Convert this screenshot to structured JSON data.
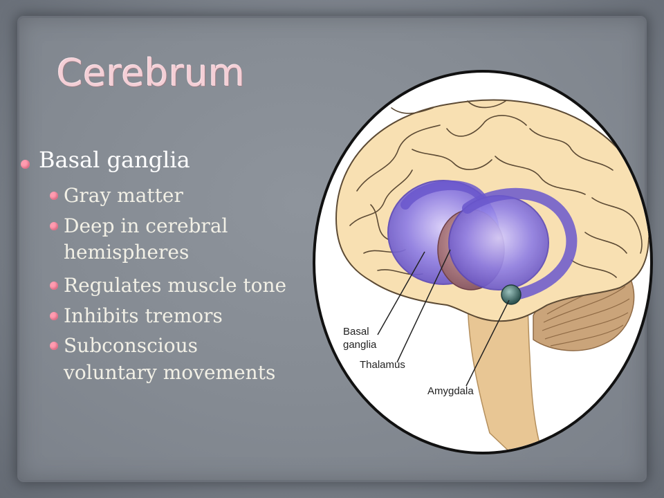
{
  "slide": {
    "title": "Cerebrum",
    "bullet_main": "Basal ganglia",
    "sub_bullets": [
      "Gray matter",
      "Deep in cerebral",
      "hemispheres",
      "Regulates muscle tone",
      "Inhibits tremors",
      "Subconscious",
      "voluntary movements"
    ]
  },
  "diagram": {
    "labels": {
      "basal_line1": "Basal",
      "basal_line2": "ganglia",
      "thalamus": "Thalamus",
      "amygdala": "Amygdala"
    }
  },
  "colors": {
    "title": "#f4cfd6",
    "bullet": "#ff9cb0",
    "brain": "#f7dfb0",
    "basal_ganglia": "#8b7be0",
    "thalamus": "#a77a86",
    "amygdala": "#4f7774",
    "cerebellum": "#c9a37a",
    "brainstem": "#e6c28f"
  }
}
